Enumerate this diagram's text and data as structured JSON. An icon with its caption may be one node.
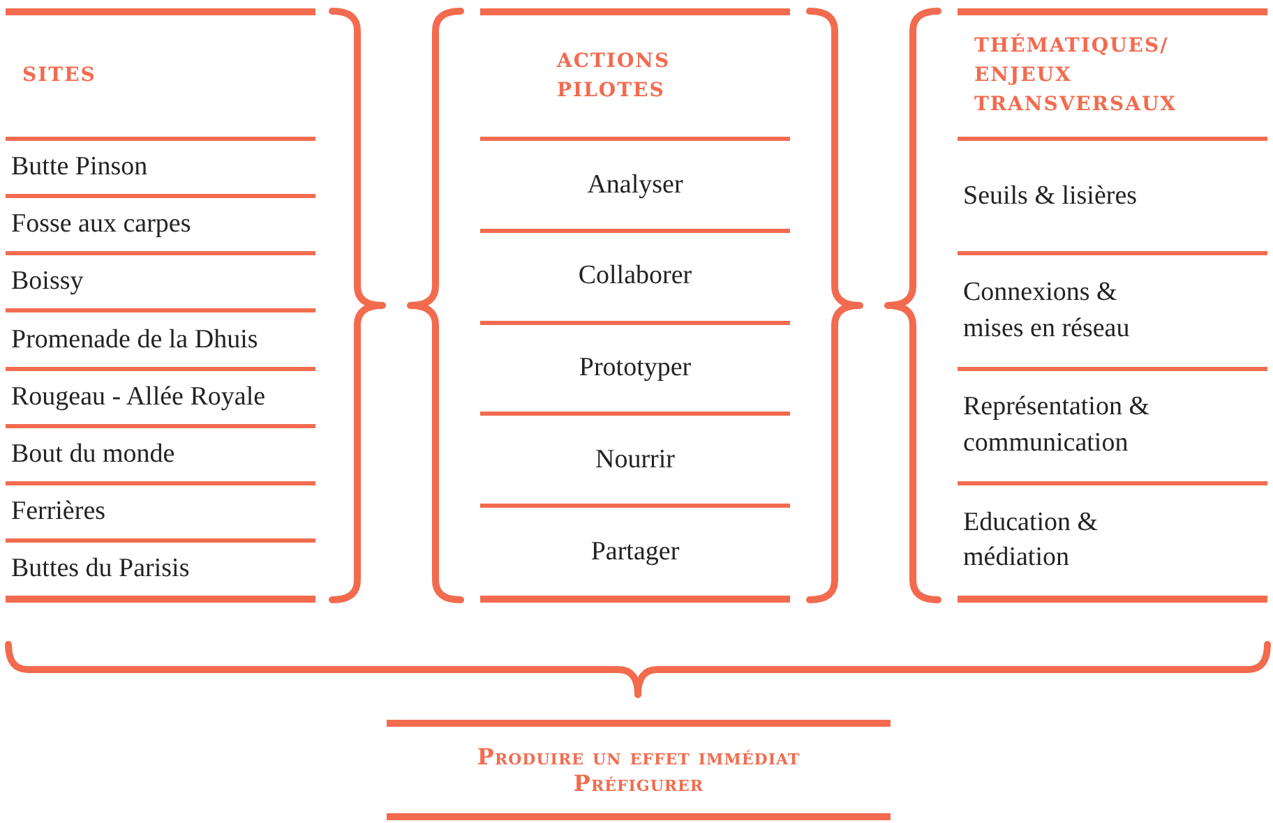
{
  "diagram": {
    "nodes": [
      {
        "text": [
          "SITES"
        ]
      },
      {
        "text": [
          "Butte Pinson"
        ],
        "in": 0
      },
      {
        "text": [
          "Fosse aux carpes"
        ],
        "in": 0
      },
      {
        "text": [
          "Boissy"
        ],
        "in": 0
      },
      {
        "text": [
          "Promenade de la Dhuis"
        ],
        "in": 0
      },
      {
        "text": [
          "Rougeau - Allée Royale"
        ],
        "in": 0
      },
      {
        "text": [
          "Bout du monde"
        ],
        "in": 0
      },
      {
        "text": [
          "Ferrières"
        ],
        "in": 0
      },
      {
        "text": [
          "Buttes du Parisis"
        ],
        "in": 0
      },
      {
        "text": [
          "ACTIONS PILOTES"
        ]
      },
      {
        "text": [
          "Analyser"
        ],
        "in": 9
      },
      {
        "text": [
          "Collaborer"
        ],
        "in": 9
      },
      {
        "text": [
          "Prototyper"
        ],
        "in": 9
      },
      {
        "text": [
          "Nourrir"
        ],
        "in": 9
      },
      {
        "text": [
          "Partager"
        ],
        "in": 9
      },
      {
        "text": [
          "THÉMATIQUES/ ENJEUX TRANSVERSAUX"
        ]
      },
      {
        "text": [
          "Seuils & lisières"
        ],
        "in": 15
      },
      {
        "text": [
          "Connexions & mises en réseau"
        ],
        "in": 15
      },
      {
        "text": [
          "Représentation & communication"
        ],
        "in": 15
      },
      {
        "text": [
          "Education & médiation"
        ],
        "in": 15
      },
      {
        "text": [
          "Produire un effet immédiat",
          "Préfigurer"
        ]
      }
    ]
  }
}
